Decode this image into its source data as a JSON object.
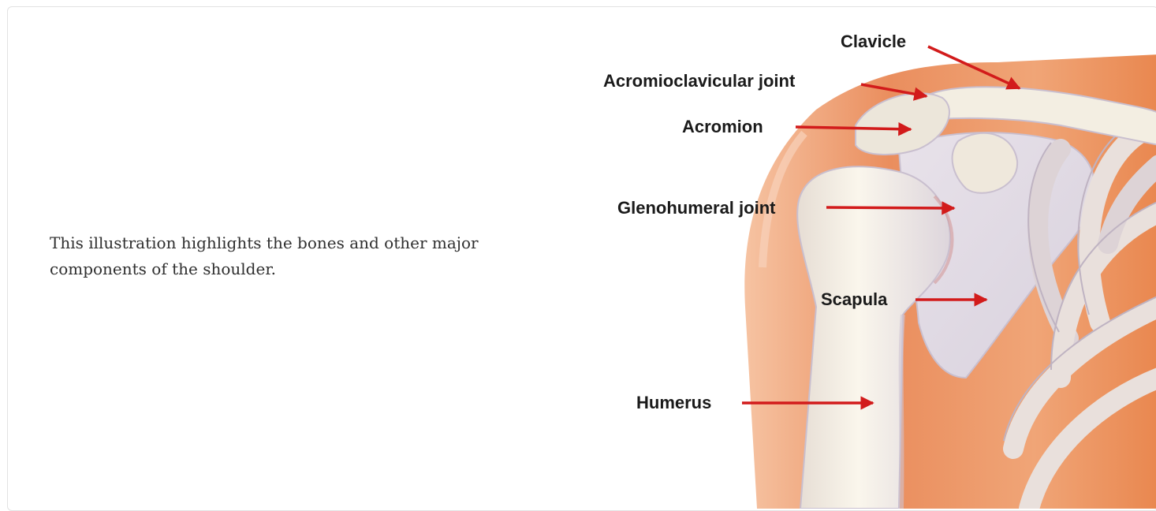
{
  "caption": "This illustration highlights the bones and other major components of the shoulder.",
  "figure": {
    "labels": {
      "clavicle": "Clavicle",
      "acromioclavicular_joint": "Acromioclavicular joint",
      "acromion": "Acromion",
      "glenohumeral_joint": "Glenohumeral joint",
      "scapula": "Scapula",
      "humerus": "Humerus"
    },
    "colors": {
      "skin": "#e88a5a",
      "skin_light": "#f4b896",
      "bone": "#f1ece0",
      "bone_shadow": "#d7cfd9",
      "arrow": "#d21b1b"
    }
  }
}
